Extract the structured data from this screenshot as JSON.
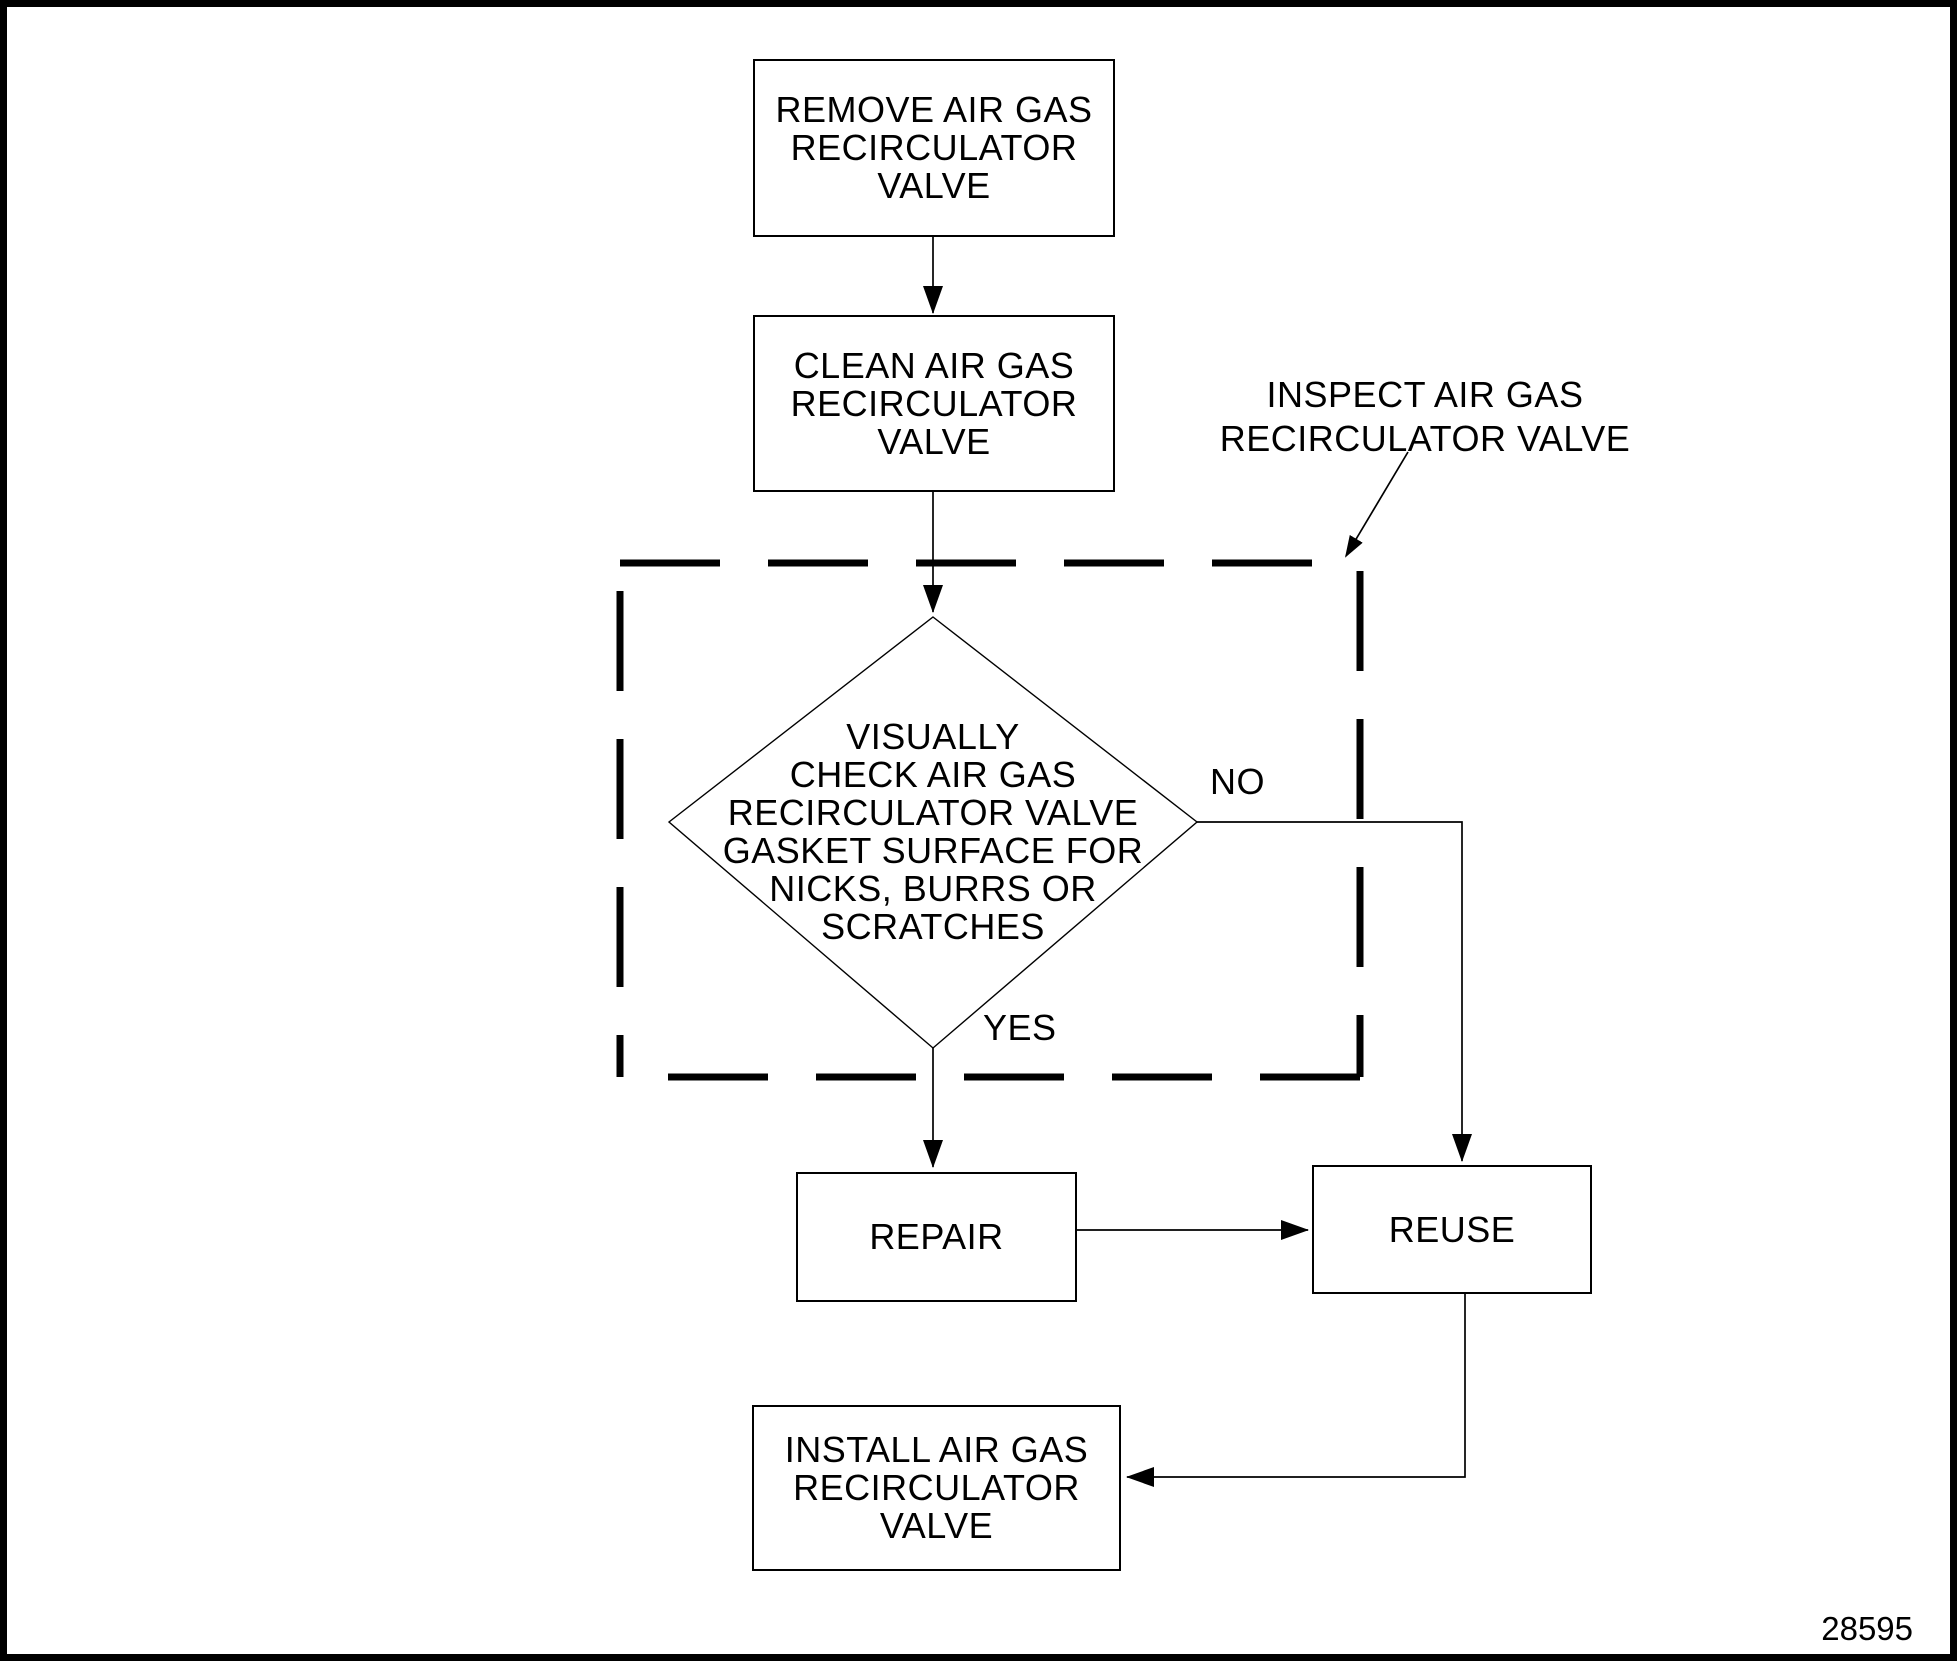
{
  "figure": {
    "number": "28595"
  },
  "colors": {
    "ink": "#000000",
    "paper": "#ffffff"
  },
  "flowchart": {
    "boxes": {
      "remove": {
        "lines": [
          "REMOVE AIR GAS",
          "RECIRCULATOR",
          "VALVE"
        ]
      },
      "clean": {
        "lines": [
          "CLEAN AIR GAS",
          "RECIRCULATOR",
          "VALVE"
        ]
      },
      "repair": {
        "label": "REPAIR"
      },
      "reuse": {
        "label": "REUSE"
      },
      "install": {
        "lines": [
          "INSTALL AIR GAS",
          "RECIRCULATOR",
          "VALVE"
        ]
      }
    },
    "decision": {
      "lines": [
        "VISUALLY",
        "CHECK AIR GAS",
        "RECIRCULATOR VALVE",
        "GASKET SURFACE FOR",
        "NICKS, BURRS OR",
        "SCRATCHES"
      ]
    },
    "inspect_callout": {
      "lines": [
        "INSPECT AIR GAS",
        "RECIRCULATOR VALVE"
      ]
    },
    "branch_labels": {
      "no": "NO",
      "yes": "YES"
    }
  }
}
